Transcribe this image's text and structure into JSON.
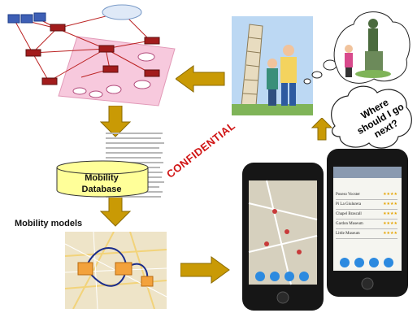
{
  "diagram": {
    "database_label": [
      "Mobility",
      "Database"
    ],
    "models_label": "Mobility models",
    "confidential_stamp": "CONFIDENTIAL",
    "thought_bubble": [
      "Where",
      "should I go",
      "next?"
    ],
    "phone_list_items": [
      "Poseso Vocster",
      "Pi La Giulurera",
      "Chapel Brascall",
      "Gardon Museum",
      "Little Museum"
    ]
  },
  "colors": {
    "arrow": "#c99a05",
    "arrow_edge": "#8a6a00",
    "database": "#ffff99",
    "network_plane": "#f7c9dd",
    "stamp": "#d01414"
  }
}
